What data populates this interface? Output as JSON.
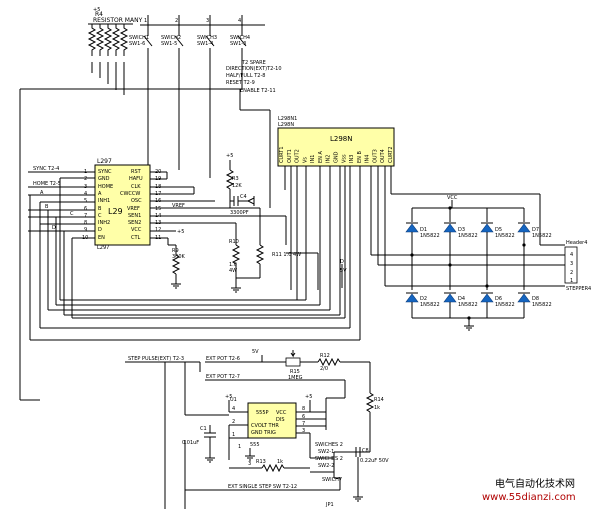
{
  "resistor_pack": {
    "ref": "R4",
    "label": "RESISTOR MANY",
    "plus": "+5"
  },
  "switches": [
    {
      "name": "SWICH1",
      "ref": "SW1-6"
    },
    {
      "name": "SWICH2",
      "ref": "SW1-5"
    },
    {
      "name": "SWICH3",
      "ref": "SW1-4"
    },
    {
      "name": "SWICH4",
      "ref": "SW1-3"
    }
  ],
  "switch_pins": [
    "1",
    "2",
    "3",
    "4"
  ],
  "control_lines": [
    "T2 SPARE",
    "DIRECTION(EXT)T2-10",
    "HALF/FULL T2-8",
    "RESET T2-9",
    "ENABLE T2-11"
  ],
  "l297": {
    "ref": "L297",
    "part": "L297",
    "center": "L29",
    "left_pins": [
      {
        "num": "1",
        "name": "SYNC"
      },
      {
        "num": "2",
        "name": "GND"
      },
      {
        "num": "3",
        "name": "HOME"
      },
      {
        "num": "4",
        "name": "A"
      },
      {
        "num": "5",
        "name": "INH1"
      },
      {
        "num": "6",
        "name": "B"
      },
      {
        "num": "7",
        "name": "C"
      },
      {
        "num": "8",
        "name": "INH2"
      },
      {
        "num": "9",
        "name": "D"
      },
      {
        "num": "10",
        "name": "EN"
      }
    ],
    "right_pins": [
      {
        "num": "20",
        "name": "RST"
      },
      {
        "num": "19",
        "name": "HAFU"
      },
      {
        "num": "18",
        "name": "CLK"
      },
      {
        "num": "17",
        "name": "CWCCW"
      },
      {
        "num": "16",
        "name": "OSC"
      },
      {
        "num": "15",
        "name": "VREF"
      },
      {
        "num": "14",
        "name": "SEN1"
      },
      {
        "num": "13",
        "name": "SEN2"
      },
      {
        "num": "12",
        "name": "VCC"
      },
      {
        "num": "11",
        "name": "CTL"
      }
    ],
    "vref_net": "VREF",
    "vcc_net": "+5"
  },
  "left_nets": {
    "sync": "SYNC T2-4",
    "home": "HOME T2-5",
    "a": "A",
    "b": "B",
    "c": "C",
    "d": "D"
  },
  "l298": {
    "ref1": "L298N1",
    "ref2": "L298N",
    "title": "L298N",
    "pins": [
      "CURT1",
      "OUT1",
      "OUT2",
      "Vs",
      "IN1",
      "EN A",
      "IN2",
      "GND",
      "Vss",
      "IN3",
      "EN B",
      "IN4",
      "OUT3",
      "OUT4",
      "CURT2"
    ]
  },
  "rc_network": {
    "plus": "+5",
    "r3_ref": "R3",
    "r3_val": "12K",
    "c4_ref": "C4",
    "c4_val": "3300PF",
    "r9_ref": "R9",
    "r9_val": "300K",
    "r10_ref": "R10",
    "r10_val1": "1.0",
    "r10_val2": "4W",
    "r11": "R11 1.0 4W",
    "rail": "5V",
    "rail_mark": "D"
  },
  "bridge": {
    "vcc": "VCC",
    "top_diodes": [
      {
        "ref": "D1",
        "part": "1N5822"
      },
      {
        "ref": "D3",
        "part": "1N5822"
      },
      {
        "ref": "D5",
        "part": "1N5822"
      },
      {
        "ref": "D7",
        "part": "1N5822"
      }
    ],
    "bottom_diodes": [
      {
        "ref": "D2",
        "part": "1N5822"
      },
      {
        "ref": "D4",
        "part": "1N5822"
      },
      {
        "ref": "D6",
        "part": "1N5822"
      },
      {
        "ref": "D8",
        "part": "1N5822"
      }
    ]
  },
  "header": {
    "title": "Header4",
    "pins": [
      "4",
      "3",
      "2",
      "1"
    ],
    "part": "STEPPER4"
  },
  "step_nets": {
    "step": "STEP PULSE(EXT) T2-3",
    "ext_pot": "EXT POT T2-6",
    "ext_pot2": "EXT POT T2-7",
    "five_v": "5V",
    "r15": "R15",
    "r15_val": "1MEG",
    "r12": "R12",
    "r12_val": "2/0",
    "r14": "R14",
    "r14_val": "1k",
    "r13": "R13",
    "r13_val": "1k"
  },
  "timer": {
    "ref": "U1",
    "part": "555",
    "title": "555P",
    "pins_left": [
      "4",
      "2",
      "1"
    ],
    "pins_right": [
      "8",
      "6",
      "7",
      "3"
    ],
    "inner": [
      "VCC",
      "DIS",
      "CVOLT THR",
      "GND TRIG"
    ],
    "plus1": "+5",
    "plus2": "+5",
    "cap_ref": "C1",
    "cap_val": "0.01uF",
    "c8_ref": "C8",
    "c8_val": "0.22uF 50V",
    "pins_under": [
      "1",
      "3"
    ]
  },
  "switch_block": {
    "labels": [
      "SWICHES 2",
      "SW2-1",
      "SWICHES 2",
      "SW2-2",
      "SWICH7"
    ],
    "single": "EXT SINGLE STEP SW T2-12",
    "jp": "JP1"
  },
  "watermark": {
    "title": "电气自动化技术网",
    "url": "www.55dianzi.com"
  }
}
